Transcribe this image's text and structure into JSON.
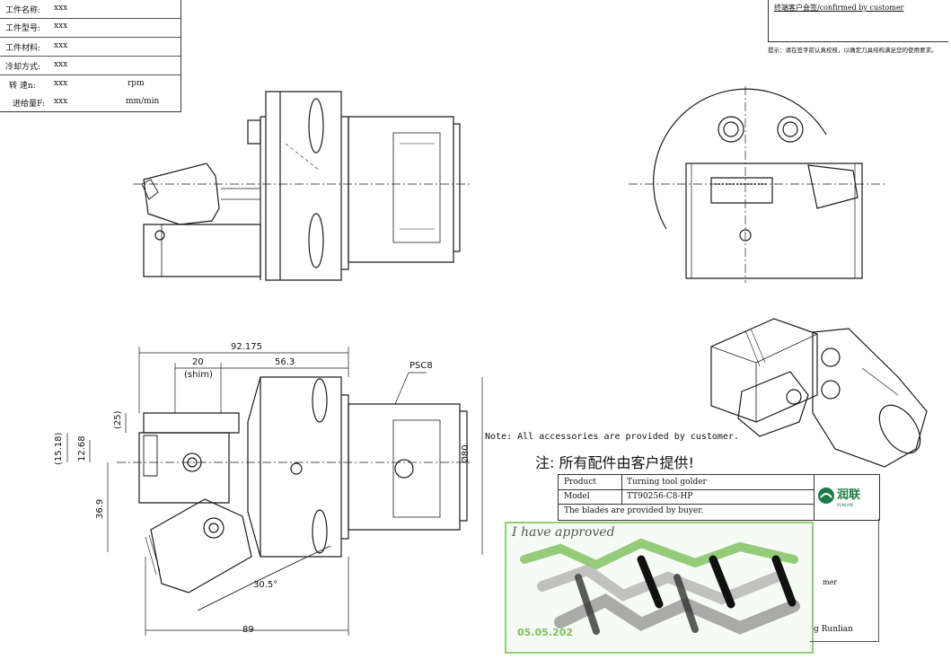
{
  "info_table": {
    "rows": [
      {
        "label": "工件名称:",
        "value": "xxx",
        "unit": ""
      },
      {
        "label": "工件型号:",
        "value": "xxx",
        "unit": ""
      },
      {
        "label": "工件材料:",
        "value": "xxx",
        "unit": ""
      },
      {
        "label": "冷却方式:",
        "value": "xxx",
        "unit": ""
      },
      {
        "label": "转  速n:",
        "value": "xxx",
        "unit": "rpm"
      },
      {
        "label": "进给量F:",
        "value": "xxx",
        "unit": "mm/min"
      }
    ]
  },
  "confirm_box": {
    "text": "终端客户会签/confirmed by customer"
  },
  "tip": "提示：请在签字前认真校核，以确定刀具结构满足您的使用要求。",
  "note_en": "Note: All accessories are provided by customer.",
  "note_cn": "注: 所有配件由客户提供!",
  "product_table": {
    "rows": [
      {
        "label": "Product",
        "value": "Turning tool golder"
      },
      {
        "label": "Model",
        "value": "TT90256-C8-HP"
      }
    ],
    "blades_note": "The blades are provided by buyer."
  },
  "logo": {
    "name": "润联",
    "sub": "RUNLIAN"
  },
  "approval": {
    "signature": "I have approved",
    "date": "05.05.202",
    "tail_text": "g Runlian",
    "tail_partial": "mer"
  },
  "dimensions": {
    "overall_length": "92.175",
    "shim_offset": "20",
    "shim_label": "(shim)",
    "flange_length": "56.3",
    "coupling": "PSC8",
    "diameter": "Ø80",
    "height_25": "(25)",
    "height_1518": "(15.18)",
    "height_1268": "12.68",
    "offset_369": "36.9",
    "angle": "30.5°",
    "bottom_length": "89"
  },
  "colors": {
    "line": "#1a1a1a",
    "stamp_green": "#8fcf73",
    "logo_green": "#1c7a4a"
  }
}
